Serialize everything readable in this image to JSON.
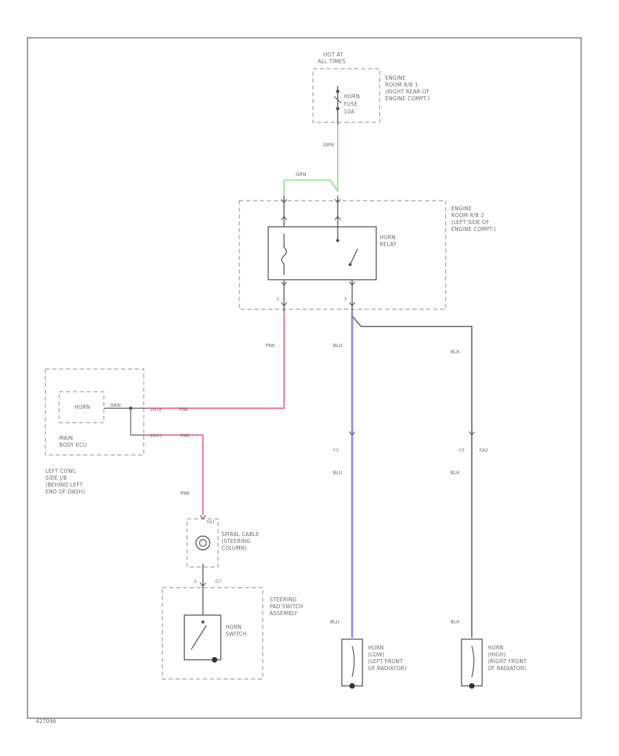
{
  "labels": {
    "hot_line1": "HOT AT",
    "hot_line2": "ALL TIMES",
    "rb1_line1": "ENGINE",
    "rb1_line2": "ROOM R/B 1",
    "rb1_line3": "(RIGHT REAR OF",
    "rb1_line4": "ENGINE COMPT.)",
    "fuse_line1": "HORN",
    "fuse_line2": "FUSE",
    "fuse_line3": "10A",
    "rb2_line1": "ENGINE",
    "rb2_line2": "ROOM R/B 2",
    "rb2_line3": "(LEFT SIDE OF",
    "rb2_line4": "ENGINE COMPT.)",
    "relay_line1": "HORN",
    "relay_line2": "RELAY",
    "ecu_inner": "HORN",
    "ecu_line1": "MAIN",
    "ecu_line2": "BODY ECU",
    "jb_line1": "LEFT COWL",
    "jb_line2": "SIDE J/B",
    "jb_line3": "(BEHIND LEFT",
    "jb_line4": "END OF DASH)",
    "spiral_line1": "SPIRAL CABLE",
    "spiral_line2": "(STEERING",
    "spiral_line3": "COLUMN)",
    "pad_line1": "STEERING",
    "pad_line2": "PAD SWITCH",
    "pad_line3": "ASSEMBLY",
    "sw_line1": "HORN",
    "sw_line2": "SWITCH",
    "hl_line1": "HORN",
    "hl_line2": "(LOW)",
    "hl_line3": "(LEFT FRONT",
    "hl_line4": "OF RADIATOR)",
    "hh_line1": "HORN",
    "hh_line2": "(HIGH)",
    "hh_line3": "(RIGHT FRONT",
    "hh_line4": "OF RADIATOR)",
    "footer": "427096"
  },
  "wires": {
    "grn_a": "GRN",
    "grn_b": "GRN",
    "pnk_a": "PNK",
    "pnk_b": "PNK",
    "pnk_c": "PNK",
    "pnk_d": "PNK",
    "blu_a": "BLU",
    "blu_b": "BLU",
    "blu_c": "BLU",
    "blk_a": "BLK",
    "blk_b": "BLK",
    "blk_c": "BLK",
    "grn_ecu": "GRN"
  },
  "connectors": {
    "ecu_c1": "2H18",
    "ecu_c2": "2A53",
    "spiral_pin": "T87",
    "pad_pin": "2",
    "pad_conn": "D7",
    "y3": "Y3",
    "y3b": "Y3",
    "ea2": "EA2",
    "relay_pin2": "2",
    "relay_pin3": "3"
  },
  "colors": {
    "grn": "#7ee07e",
    "pnk": "#f07a96",
    "blu": "#8c8cf2",
    "blk": "#6a6a6a"
  }
}
